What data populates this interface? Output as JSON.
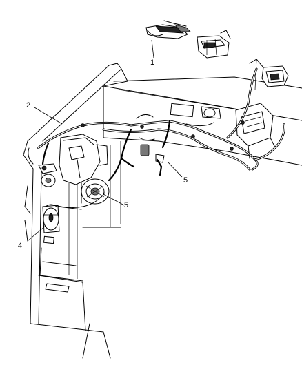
{
  "callouts": {
    "c1": "1",
    "c2": "2",
    "c4": "4",
    "c5a": "5",
    "c5b": "5"
  }
}
